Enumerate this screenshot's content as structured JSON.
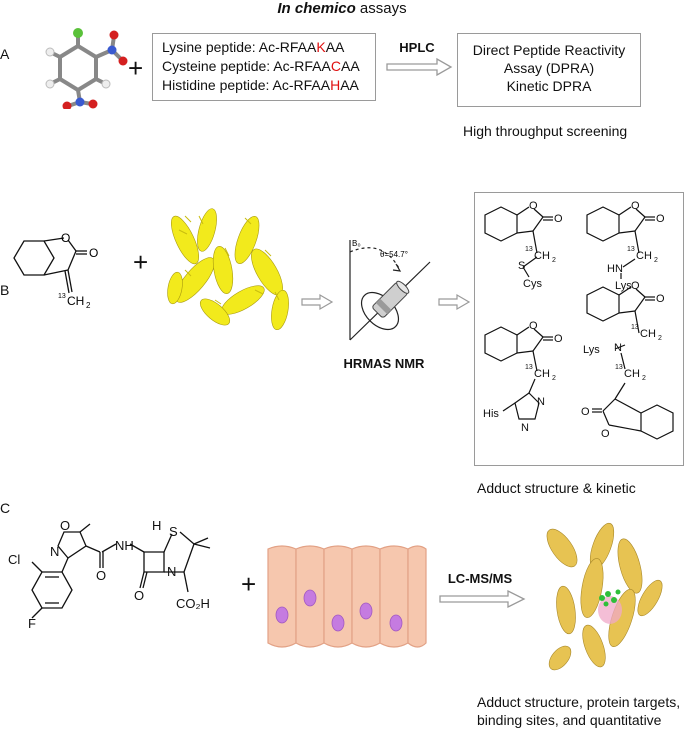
{
  "title": {
    "italic": "In chemico",
    "rest": " assays"
  },
  "panels": {
    "a": {
      "letter": "A",
      "peptides": [
        {
          "prefix": "Lysine peptide:  Ac-RFAA",
          "highlight": "K",
          "suffix": "AA"
        },
        {
          "prefix": "Cysteine peptide: Ac-RFAA",
          "highlight": "C",
          "suffix": "AA"
        },
        {
          "prefix": "Histidine peptide: Ac-RFAA",
          "highlight": "H",
          "suffix": "AA"
        }
      ],
      "method": "HPLC",
      "assays": [
        "Direct Peptide Reactivity",
        "Assay (DPRA)",
        "Kinetic DPRA"
      ],
      "caption": "High throughput screening"
    },
    "b": {
      "letter": "B",
      "method": "HRMAS NMR",
      "b0_label": "B₀",
      "angle_label": "θ=54.7°",
      "isotope": "13",
      "ch2": "CH",
      "sub2": "2",
      "cys": "Cys",
      "lys": "Lys",
      "his": "His",
      "s": "S",
      "hn": "HN",
      "n": "N",
      "o": "O",
      "caption": "Adduct structure & kinetic"
    },
    "c": {
      "letter": "C",
      "method": "LC-MS/MS",
      "cl": "Cl",
      "f": "F",
      "nh": "NH",
      "hh": "H",
      "co2h": "CO₂H",
      "caption_lines": [
        "Adduct structure, protein targets,",
        "binding sites, and quantitative"
      ]
    }
  },
  "plus": "+",
  "colors": {
    "red": "#e01010",
    "helix_yellow": "#f2ea1c",
    "helix_gold": "#e7c352",
    "cell_fill": "#f6c7ae",
    "nucleus": "#c57be0",
    "arrow": "#9a9a9a"
  }
}
